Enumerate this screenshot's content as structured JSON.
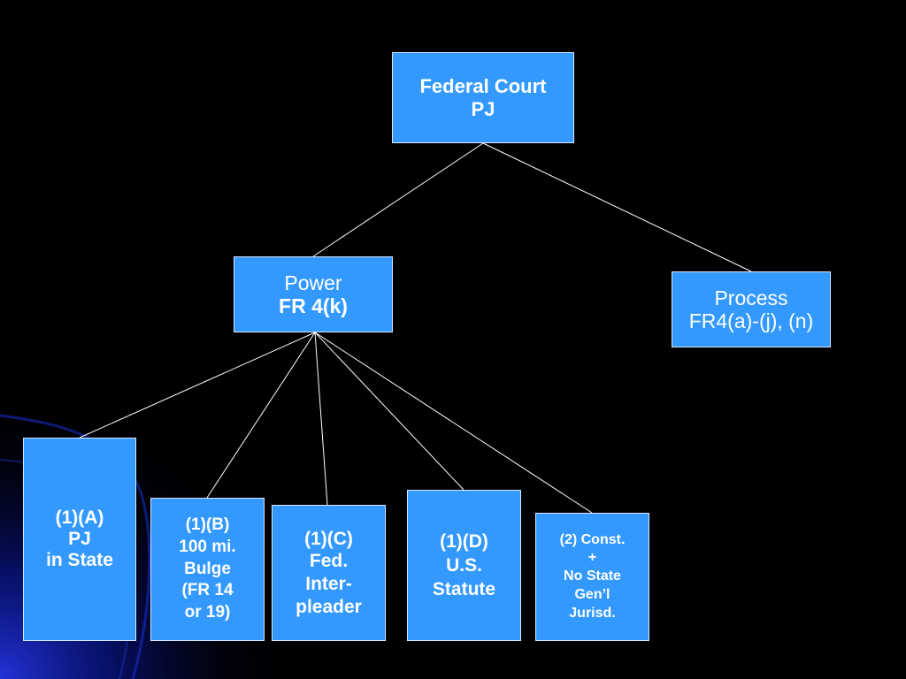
{
  "root": {
    "line1": "Federal Court",
    "line2": "PJ"
  },
  "power": {
    "line1": "Power",
    "line2": "FR 4(k)"
  },
  "process": {
    "line1": "Process",
    "line2": "FR4(a)-(j), (n)"
  },
  "leaves": [
    {
      "lines": [
        "(1)(A)",
        "PJ",
        "in State"
      ]
    },
    {
      "lines": [
        "(1)(B)",
        "100 mi.",
        "Bulge",
        "(FR 14",
        "or 19)"
      ]
    },
    {
      "lines": [
        "(1)(C)",
        "Fed.",
        "Inter-",
        "pleader"
      ]
    },
    {
      "lines": [
        "(1)(D)",
        "U.S.",
        "Statute"
      ]
    },
    {
      "lines": [
        "(2) Const.",
        "+",
        "No State",
        "Gen’l",
        "Jurisd."
      ]
    }
  ],
  "colors": {
    "background": "#000000",
    "box_fill": "#3399ff",
    "connector": "#ffffff",
    "corner_swoosh": "#1a2fd6"
  }
}
